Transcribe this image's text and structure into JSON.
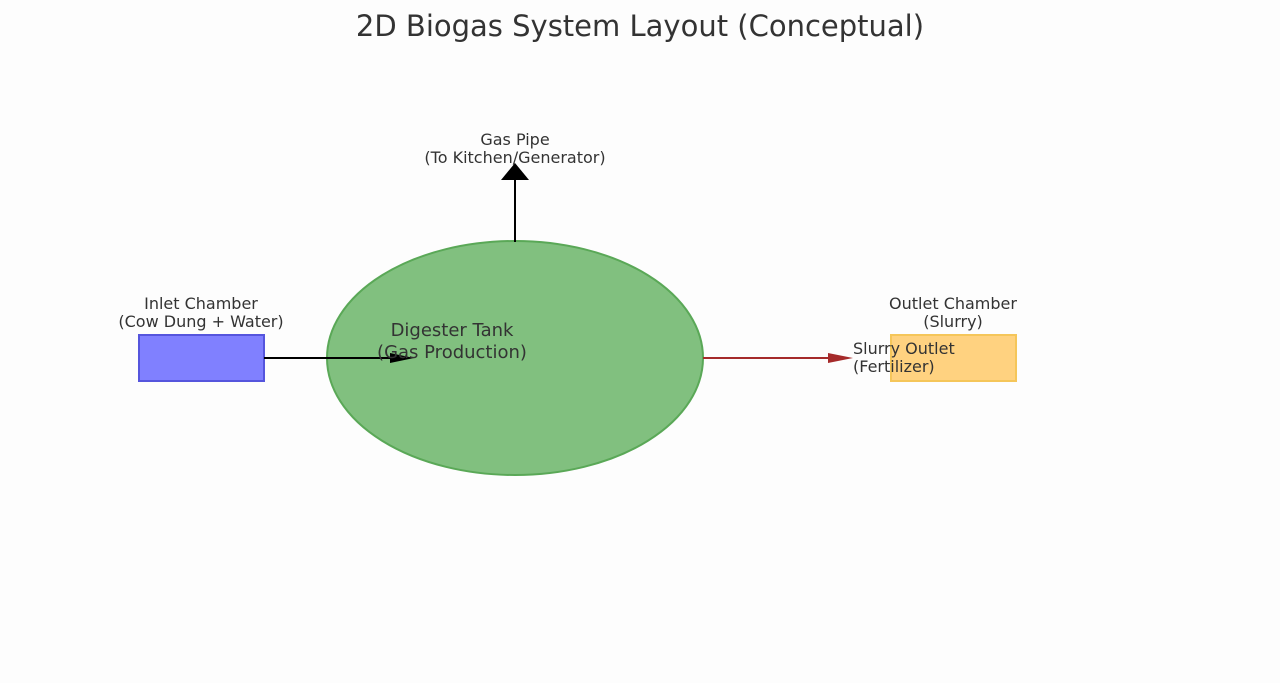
{
  "title": "2D Biogas System Layout (Conceptual)",
  "inlet": {
    "line1": "Inlet Chamber",
    "line2": "(Cow Dung + Water)",
    "fill": "#8080ff",
    "stroke": "#5555dd"
  },
  "digester": {
    "line1": "Digester Tank",
    "line2": "(Gas Production)",
    "fill": "#81c07f",
    "stroke": "#5aa857"
  },
  "gas_pipe": {
    "line1": "Gas Pipe",
    "line2": "(To Kitchen/Generator)",
    "color": "#000000"
  },
  "outlet": {
    "line1": "Outlet Chamber",
    "line2": "(Slurry)",
    "fill": "#ffd280",
    "stroke": "#f5c65a"
  },
  "slurry_outlet": {
    "line1": "Slurry Outlet",
    "line2": "(Fertilizer)",
    "color": "#a52a2a"
  }
}
